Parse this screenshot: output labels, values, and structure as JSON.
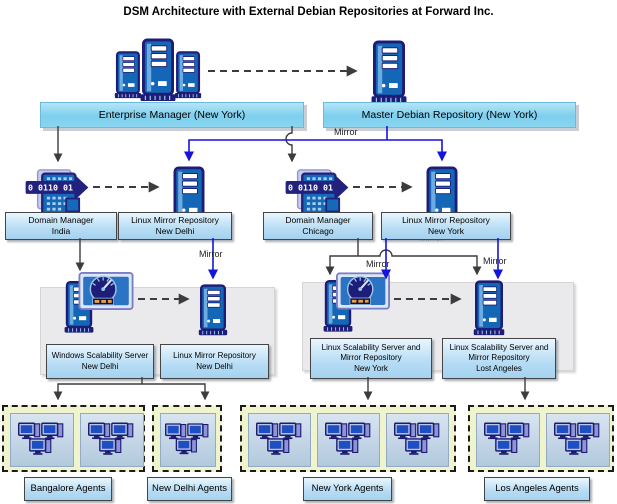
{
  "title": "DSM Architecture with External Debian Repositories at Forward Inc.",
  "labels": {
    "mirror": "Mirror"
  },
  "icons": {
    "binary_text": "0 0110 01"
  },
  "tier1": {
    "enterprise_manager": "Enterprise Manager (New York)",
    "master_repository": "Master Debian Repository (New York)"
  },
  "tier2": {
    "nodes": [
      {
        "line1": "Domain Manager",
        "line2": "India"
      },
      {
        "line1": "Linux Mirror Repository",
        "line2": "New Delhi"
      },
      {
        "line1": "Domain Manager",
        "line2": "Chicago"
      },
      {
        "line1": "Linux Mirror Repository",
        "line2": "New York"
      }
    ]
  },
  "tier3": {
    "nodes": [
      {
        "lines": [
          "Windows Scalability Server",
          "New Delhi"
        ]
      },
      {
        "lines": [
          "Linux Mirror Repository",
          "New Delhi"
        ]
      },
      {
        "lines": [
          "Linux Scalability Server and",
          "Mirror Repository",
          "New York"
        ]
      },
      {
        "lines": [
          "Linux Scalability Server and",
          "Mirror Repository",
          "Lost Angeles"
        ]
      }
    ]
  },
  "tier4": {
    "groups": [
      {
        "label": "Bangalore Agents",
        "clusters": 2
      },
      {
        "label": "New Delhi Agents",
        "clusters": 1
      },
      {
        "label": "New York Agents",
        "clusters": 3
      },
      {
        "label": "Los Angeles Agents",
        "clusters": 2
      }
    ]
  },
  "colors": {
    "server_blue": "#1467b6",
    "outline_navy": "#1d1d78",
    "connector_black": "#3c3c3c",
    "connector_blue": "#1414dd",
    "bar_fill": "#7dcfee",
    "node_box_fill": "#b6dcf4",
    "panel_gray": "#eaeaec",
    "agent_area": "#eff4cd",
    "agent_cluster": "#c5d6e7"
  }
}
